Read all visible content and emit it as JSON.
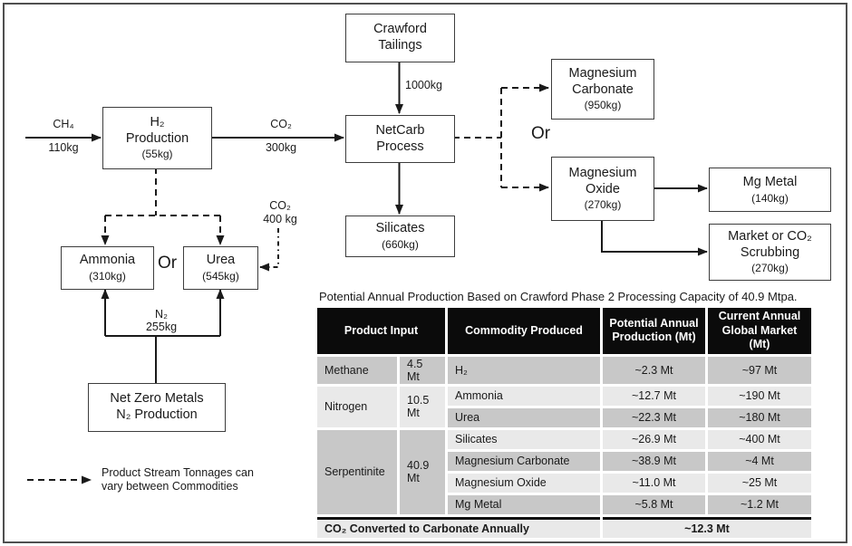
{
  "diagram": {
    "boxes": {
      "crawford_tailings": {
        "lines": [
          "Crawford",
          "Tailings"
        ]
      },
      "h2_production": {
        "lines": [
          "H₂",
          "Production"
        ],
        "value": "(55kg)"
      },
      "netcarb_process": {
        "lines": [
          "NetCarb",
          "Process"
        ]
      },
      "silicates": {
        "lines": [
          "Silicates"
        ],
        "value": "(660kg)"
      },
      "magnesium_carbonate": {
        "lines": [
          "Magnesium",
          "Carbonate"
        ],
        "value": "(950kg)"
      },
      "magnesium_oxide": {
        "lines": [
          "Magnesium",
          "Oxide"
        ],
        "value": "(270kg)"
      },
      "mg_metal": {
        "lines": [
          "Mg Metal"
        ],
        "value": "(140kg)"
      },
      "market_scrubbing": {
        "lines": [
          "Market or CO₂",
          "Scrubbing"
        ],
        "value": "(270kg)"
      },
      "ammonia": {
        "lines": [
          "Ammonia"
        ],
        "value": "(310kg)"
      },
      "urea": {
        "lines": [
          "Urea"
        ],
        "value": "(545kg)"
      },
      "net_zero_metals": {
        "lines": [
          "Net Zero Metals",
          "N₂ Production"
        ]
      }
    },
    "flow_labels": {
      "ch4": "CH₄",
      "ch4_amount": "110kg",
      "co2_to_netcarb": "CO₂",
      "co2_to_netcarb_amount": "300kg",
      "tailings_amount": "1000kg",
      "co2_to_urea": "CO₂",
      "co2_to_urea_amount": "400 kg",
      "n2": "N₂",
      "n2_amount": "255kg",
      "or_magnesium": "Or",
      "or_ammonia_urea": "Or"
    },
    "legend": {
      "lines": [
        "Product Stream Tonnages can",
        "vary between Commodities"
      ]
    }
  },
  "table": {
    "title": "Potential Annual Production Based on Crawford Phase 2 Processing Capacity of 40.9 Mtpa.",
    "headers": [
      "Product Input",
      "Commodity Produced",
      "Potential Annual Production (Mt)",
      "Current Annual Global Market (Mt)"
    ],
    "input_groups": [
      {
        "name": "Methane",
        "amount": "4.5 Mt"
      },
      {
        "name": "Nitrogen",
        "amount": "10.5 Mt"
      },
      {
        "name": "Serpentinite",
        "amount": "40.9 Mt"
      }
    ],
    "rows": [
      {
        "commodity": "H₂",
        "production": "~2.3 Mt",
        "market": "~97 Mt"
      },
      {
        "commodity": "Ammonia",
        "production": "~12.7 Mt",
        "market": "~190 Mt"
      },
      {
        "commodity": "Urea",
        "production": "~22.3 Mt",
        "market": "~180 Mt"
      },
      {
        "commodity": "Silicates",
        "production": "~26.9 Mt",
        "market": "~400 Mt"
      },
      {
        "commodity": "Magnesium Carbonate",
        "production": "~38.9 Mt",
        "market": "~4 Mt"
      },
      {
        "commodity": "Magnesium Oxide",
        "production": "~11.0 Mt",
        "market": "~25 Mt"
      },
      {
        "commodity": "Mg Metal",
        "production": "~5.8 Mt",
        "market": "~1.2 Mt"
      }
    ],
    "footer": {
      "label": "CO₂ Converted to Carbonate Annually",
      "value": "~12.3 Mt"
    }
  },
  "colors": {
    "header_bg": "#0b0b0b",
    "header_text": "#ffffff",
    "row_dark": "#c8c8c8",
    "row_light": "#e9e9e9",
    "line_color": "#1a1a1a",
    "box_border": "#3d3d3d",
    "frame_border": "#4f4f4f"
  }
}
